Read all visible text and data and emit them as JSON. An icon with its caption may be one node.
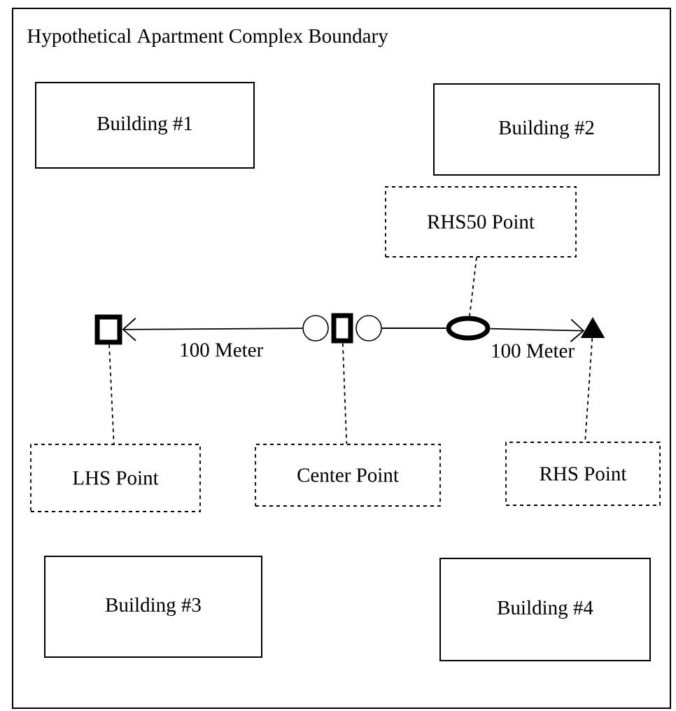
{
  "diagram": {
    "nodes": [
      {
        "text": [
          "Hypothetical Apartment Complex Boundary"
        ]
      },
      {
        "text": [
          "Building #1"
        ],
        "in": 0
      },
      {
        "text": [
          "Building #2"
        ],
        "in": 0
      },
      {
        "text": [
          "RHS50 Point"
        ],
        "in": 0
      },
      {
        "text": [],
        "shape": "box",
        "in": 0
      },
      {
        "text": [],
        "shape": "circle",
        "in": 0
      },
      {
        "text": [],
        "shape": "box",
        "in": 0
      },
      {
        "text": [],
        "shape": "circle",
        "in": 0
      },
      {
        "text": [],
        "shape": "ellipse",
        "in": 0
      },
      {
        "text": [],
        "shape": "triangle",
        "in": 0
      },
      {
        "text": [
          "LHS Point"
        ],
        "in": 0
      },
      {
        "text": [
          "Center Point"
        ],
        "in": 0
      },
      {
        "text": [
          "RHS Point"
        ],
        "in": 0
      },
      {
        "text": [
          "Building #3"
        ],
        "in": 0
      },
      {
        "text": [
          "Building #4"
        ],
        "in": 0
      }
    ],
    "edges": [
      {
        "from": 5,
        "to": 4,
        "arrow": "to",
        "label": "100 Meter"
      },
      {
        "from": 7,
        "to": 8,
        "arrow": "none"
      },
      {
        "from": 8,
        "to": 9,
        "arrow": "to",
        "label": "100 Meter"
      },
      {
        "from": 3,
        "to": 8,
        "arrow": "none",
        "style": "dashed"
      },
      {
        "from": 4,
        "to": 10,
        "arrow": "none",
        "style": "dashed"
      },
      {
        "from": 6,
        "to": 11,
        "arrow": "none",
        "style": "dashed"
      },
      {
        "from": 9,
        "to": 12,
        "arrow": "none",
        "style": "dashed"
      }
    ]
  }
}
